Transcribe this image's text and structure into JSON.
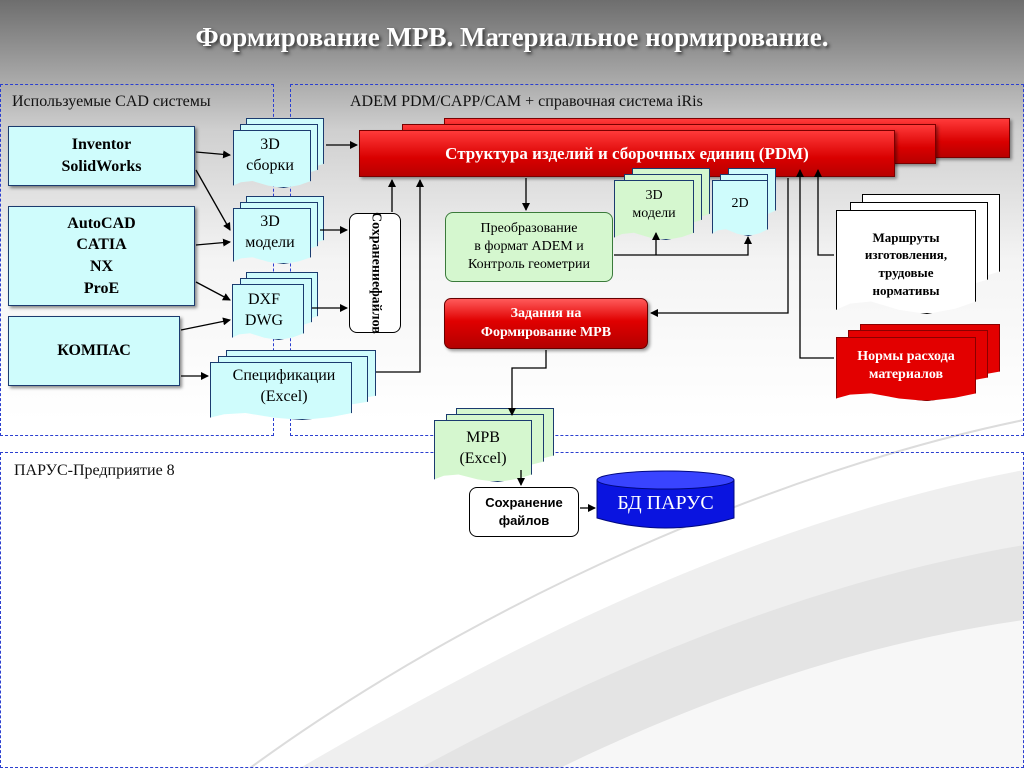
{
  "title": "Формирование МРВ. Материальное нормирование.",
  "regions": {
    "cad_label": "Используемые CAD системы",
    "adem_label": "ADEM PDM/CAPP/CAM + справочная система iRis",
    "parus_label": "ПАРУС-Предприятие 8"
  },
  "cad_systems": {
    "group1": [
      "Inventor",
      "SolidWorks"
    ],
    "group2": [
      "AutoCAD",
      "CATIA",
      "NX",
      "ProE"
    ],
    "group3": [
      "КОМПАС"
    ]
  },
  "documents": {
    "assemblies": [
      "3D",
      "сборки"
    ],
    "models": [
      "3D",
      "модели"
    ],
    "dxf": [
      "DXF",
      "DWG"
    ],
    "specs": [
      "Спецификации",
      "(Excel)"
    ],
    "pdm_3d_models": [
      "3D",
      "модели"
    ],
    "pdm_2d": "2D",
    "routes": [
      "Маршруты",
      "изготовления,",
      "трудовые",
      "нормативы"
    ],
    "material_norms": [
      "Нормы расхода",
      "материалов"
    ],
    "mrv": [
      "МРВ",
      "(Excel)"
    ]
  },
  "boxes": {
    "save_files_vertical": [
      "Сохранение",
      "файлов"
    ],
    "pdm": "Структура изделий и сборочных единиц (PDM)",
    "conversion": [
      "Преобразование",
      "в формат ADEM и",
      "Контроль геометрии"
    ],
    "mrv_task": [
      "Задания на",
      "Формирование МРВ"
    ],
    "save_files": [
      "Сохранение",
      "файлов"
    ],
    "db_parus": "БД ПАРУС"
  }
}
